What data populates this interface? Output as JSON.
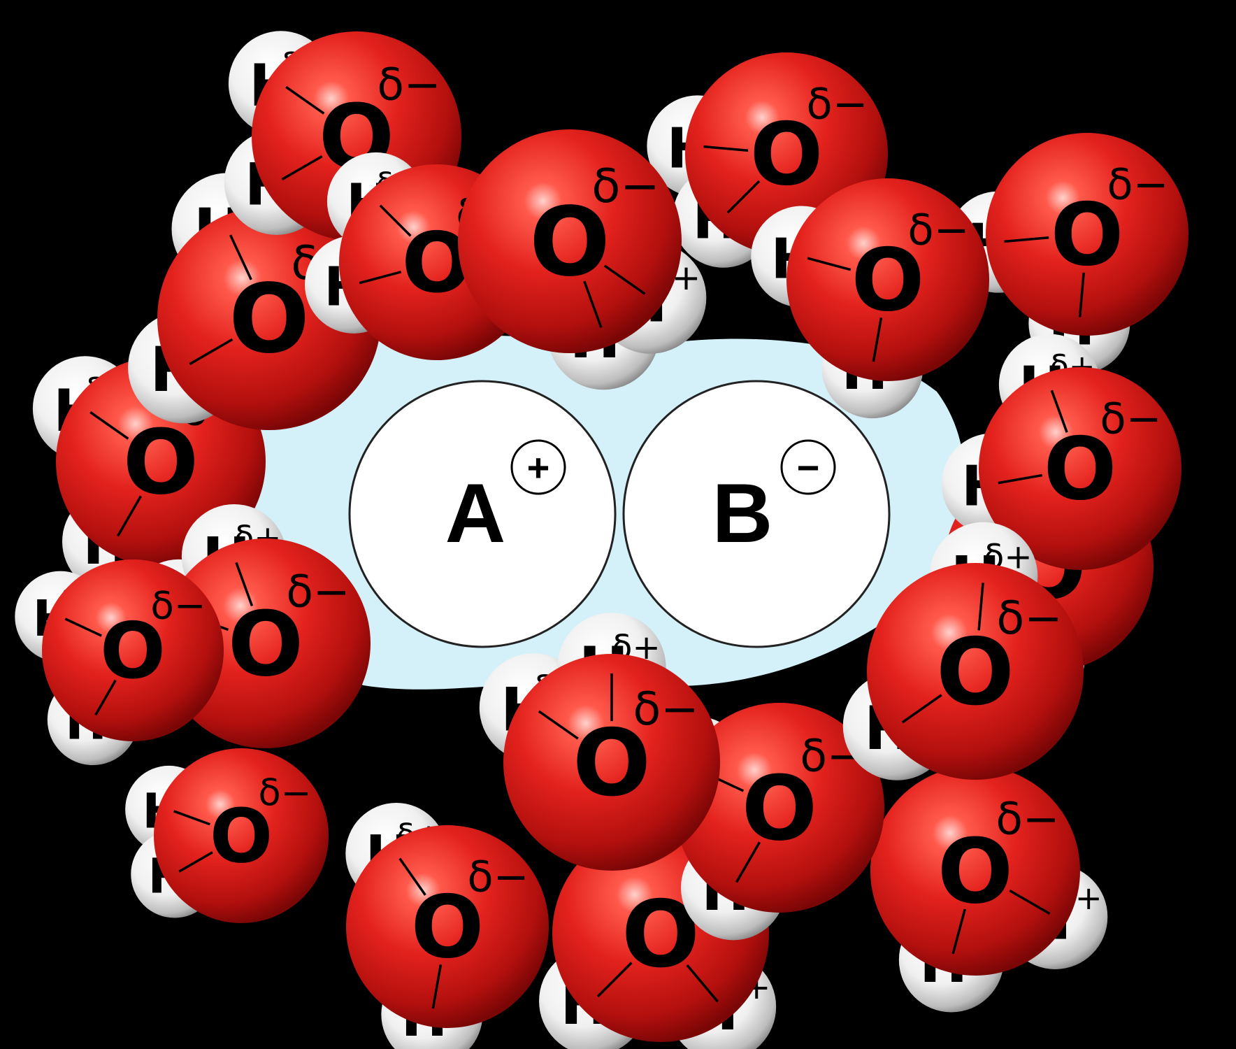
{
  "ions": [
    {
      "symbol": "A",
      "charge": "+"
    },
    {
      "symbol": "B",
      "charge": "−"
    }
  ],
  "water": {
    "oxygen_label": "O",
    "hydrogen_label": "H",
    "oxygen_partial_charge": "δ−",
    "hydrogen_partial_charge": "δ+"
  },
  "colors": {
    "background": "#000000",
    "cavity": "#d4f1fa",
    "oxygen": "#e0201c",
    "hydrogen": "#f4f4f4",
    "ion": "#ffffff"
  }
}
